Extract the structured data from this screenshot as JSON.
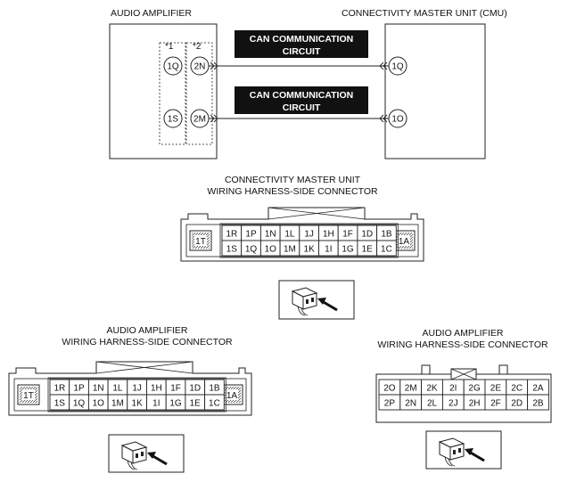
{
  "top": {
    "audio_amplifier_label": "AUDIO AMPLIFIER",
    "cmu_label": "CONNECTIVITY MASTER UNIT (CMU)",
    "note_1": "*1",
    "note_2": "*2",
    "amp_pins": {
      "col1_top": "1Q",
      "col1_bottom": "1S",
      "col2_top": "2N",
      "col2_bottom": "2M"
    },
    "cmu_pins": {
      "top": "1Q",
      "bottom": "1O"
    },
    "circuit_1": {
      "line1": "CAN COMMUNICATION",
      "line2": "CIRCUIT"
    },
    "circuit_2": {
      "line1": "CAN COMMUNICATION",
      "line2": "CIRCUIT"
    }
  },
  "cmu_connector": {
    "title1": "CONNECTIVITY MASTER UNIT",
    "title2": "WIRING HARNESS-SIDE CONNECTOR",
    "left_pin": "1T",
    "right_pin": "1A",
    "row1": [
      "1R",
      "1P",
      "1N",
      "1L",
      "1J",
      "1H",
      "1F",
      "1D",
      "1B"
    ],
    "row2": [
      "1S",
      "1Q",
      "1O",
      "1M",
      "1K",
      "1I",
      "1G",
      "1E",
      "1C"
    ]
  },
  "amp_connector_1": {
    "title1": "AUDIO AMPLIFIER",
    "title2": "WIRING HARNESS-SIDE CONNECTOR",
    "left_pin": "1T",
    "right_pin": "1A",
    "row1": [
      "1R",
      "1P",
      "1N",
      "1L",
      "1J",
      "1H",
      "1F",
      "1D",
      "1B"
    ],
    "row2": [
      "1S",
      "1Q",
      "1O",
      "1M",
      "1K",
      "1I",
      "1G",
      "1E",
      "1C"
    ]
  },
  "amp_connector_2": {
    "title1": "AUDIO AMPLIFIER",
    "title2": "WIRING HARNESS-SIDE CONNECTOR",
    "row1": [
      "2O",
      "2M",
      "2K",
      "2I",
      "2G",
      "2E",
      "2C",
      "2A"
    ],
    "row2": [
      "2P",
      "2N",
      "2L",
      "2J",
      "2H",
      "2F",
      "2D",
      "2B"
    ]
  }
}
